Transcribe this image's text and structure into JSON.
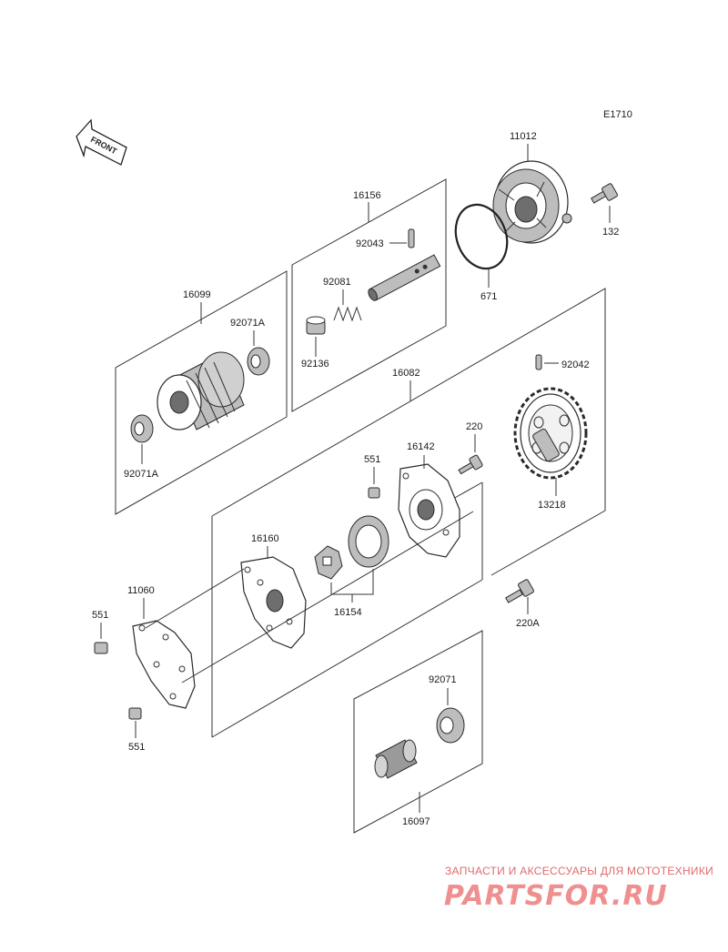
{
  "diagram": {
    "code": "E1710",
    "front_label": "FRONT",
    "part_numbers": {
      "p11012": "11012",
      "p132": "132",
      "p671": "671",
      "p16156": "16156",
      "p92043": "92043",
      "p92081": "92081",
      "p92136": "92136",
      "p16099": "16099",
      "p92071A_top": "92071A",
      "p92071A_bottom": "92071A",
      "p16082": "16082",
      "p92042": "92042",
      "p220": "220",
      "p13218": "13218",
      "p551_top": "551",
      "p16142": "16142",
      "p16160": "16160",
      "p16154": "16154",
      "p11060": "11060",
      "p551_left": "551",
      "p551_bottom": "551",
      "p220A": "220A",
      "p92071": "92071",
      "p16097": "16097"
    }
  },
  "watermark": {
    "caption": "ЗАПЧАСТИ И АКСЕССУАРЫ ДЛЯ МОТОТЕХНИКИ",
    "logo": "PARTSFOR.RU"
  }
}
